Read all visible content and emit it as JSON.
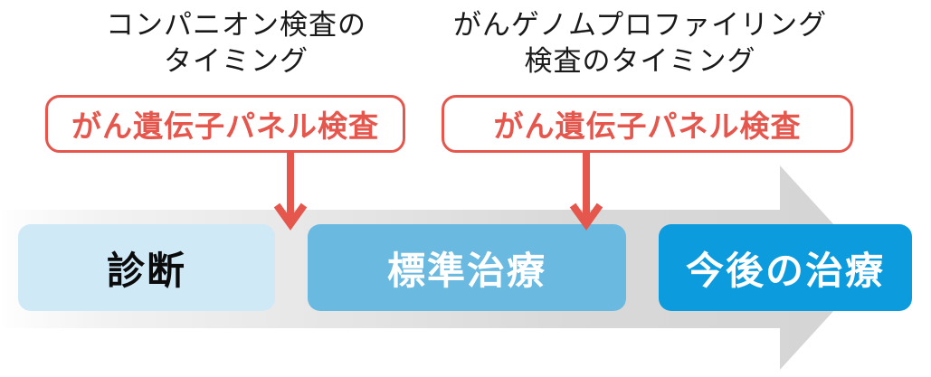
{
  "diagram": {
    "headings": {
      "left": {
        "line1": "コンパニオン検査の",
        "line2": "タイミング"
      },
      "right": {
        "line1": "がんゲノムプロファイリング",
        "line2": "検査のタイミング"
      }
    },
    "callouts": {
      "left_label": "がん遺伝子パネル検査",
      "right_label": "がん遺伝子パネル検査"
    },
    "timeline": {
      "stages": [
        {
          "label": "診断",
          "fill": "#cfe9f7",
          "text_color": "#0b0b0b"
        },
        {
          "label": "標準治療",
          "fill": "#69b9e0",
          "text_color": "#ffffff"
        },
        {
          "label": "今後の治療",
          "fill": "#0c9cdd",
          "text_color": "#ffffff"
        }
      ]
    },
    "colors": {
      "accent_red": "#e5564c",
      "timeline_gray_start": "#fefefe",
      "timeline_gray_end": "#d6d6d6",
      "heading_text": "#1a1a1a"
    }
  }
}
